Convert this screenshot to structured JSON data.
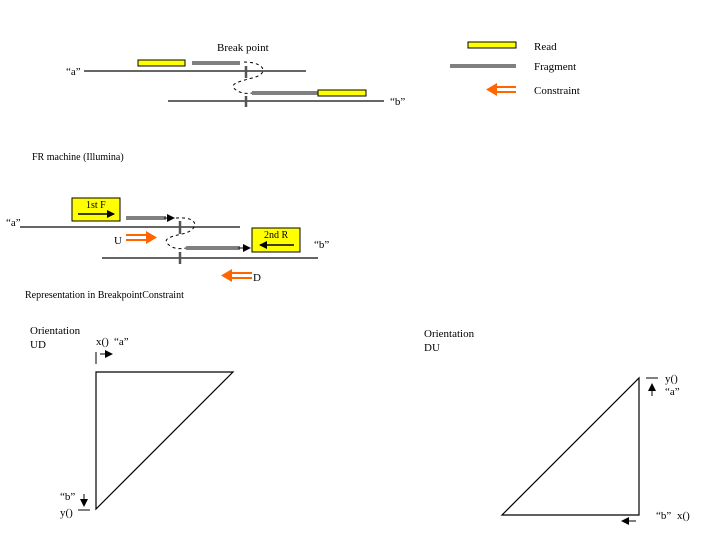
{
  "top": {
    "break_point_label": "Break point",
    "seq_a_label": "“a”",
    "seq_b_label": "“b”"
  },
  "legend": {
    "read_label": "Read",
    "fragment_label": "Fragment",
    "constraint_label": "Constraint"
  },
  "fr_machine": {
    "title": "FR machine (Illumina)",
    "seq_a_label": "“a”",
    "seq_b_label": "“b”",
    "first_read_label": "1st F",
    "second_read_label": "2nd R",
    "constraint_u_label": "U",
    "constraint_d_label": "D"
  },
  "representation": {
    "title": "Representation in BreakpointConstraint"
  },
  "orientation_ud": {
    "title_line1": "Orientation",
    "title_line2": "UD",
    "x_label": "x()",
    "a_label": "“a”",
    "b_label": "“b”",
    "y_label": "y()"
  },
  "orientation_du": {
    "title_line1": "Orientation",
    "title_line2": "DU",
    "y_label": "y()",
    "a_label": "“a”",
    "b_label": "“b”",
    "x_label": "x()"
  },
  "colors": {
    "read_fill": "#ffff00",
    "fragment": "#808080",
    "constraint": "#ff6600",
    "line": "#000000"
  }
}
